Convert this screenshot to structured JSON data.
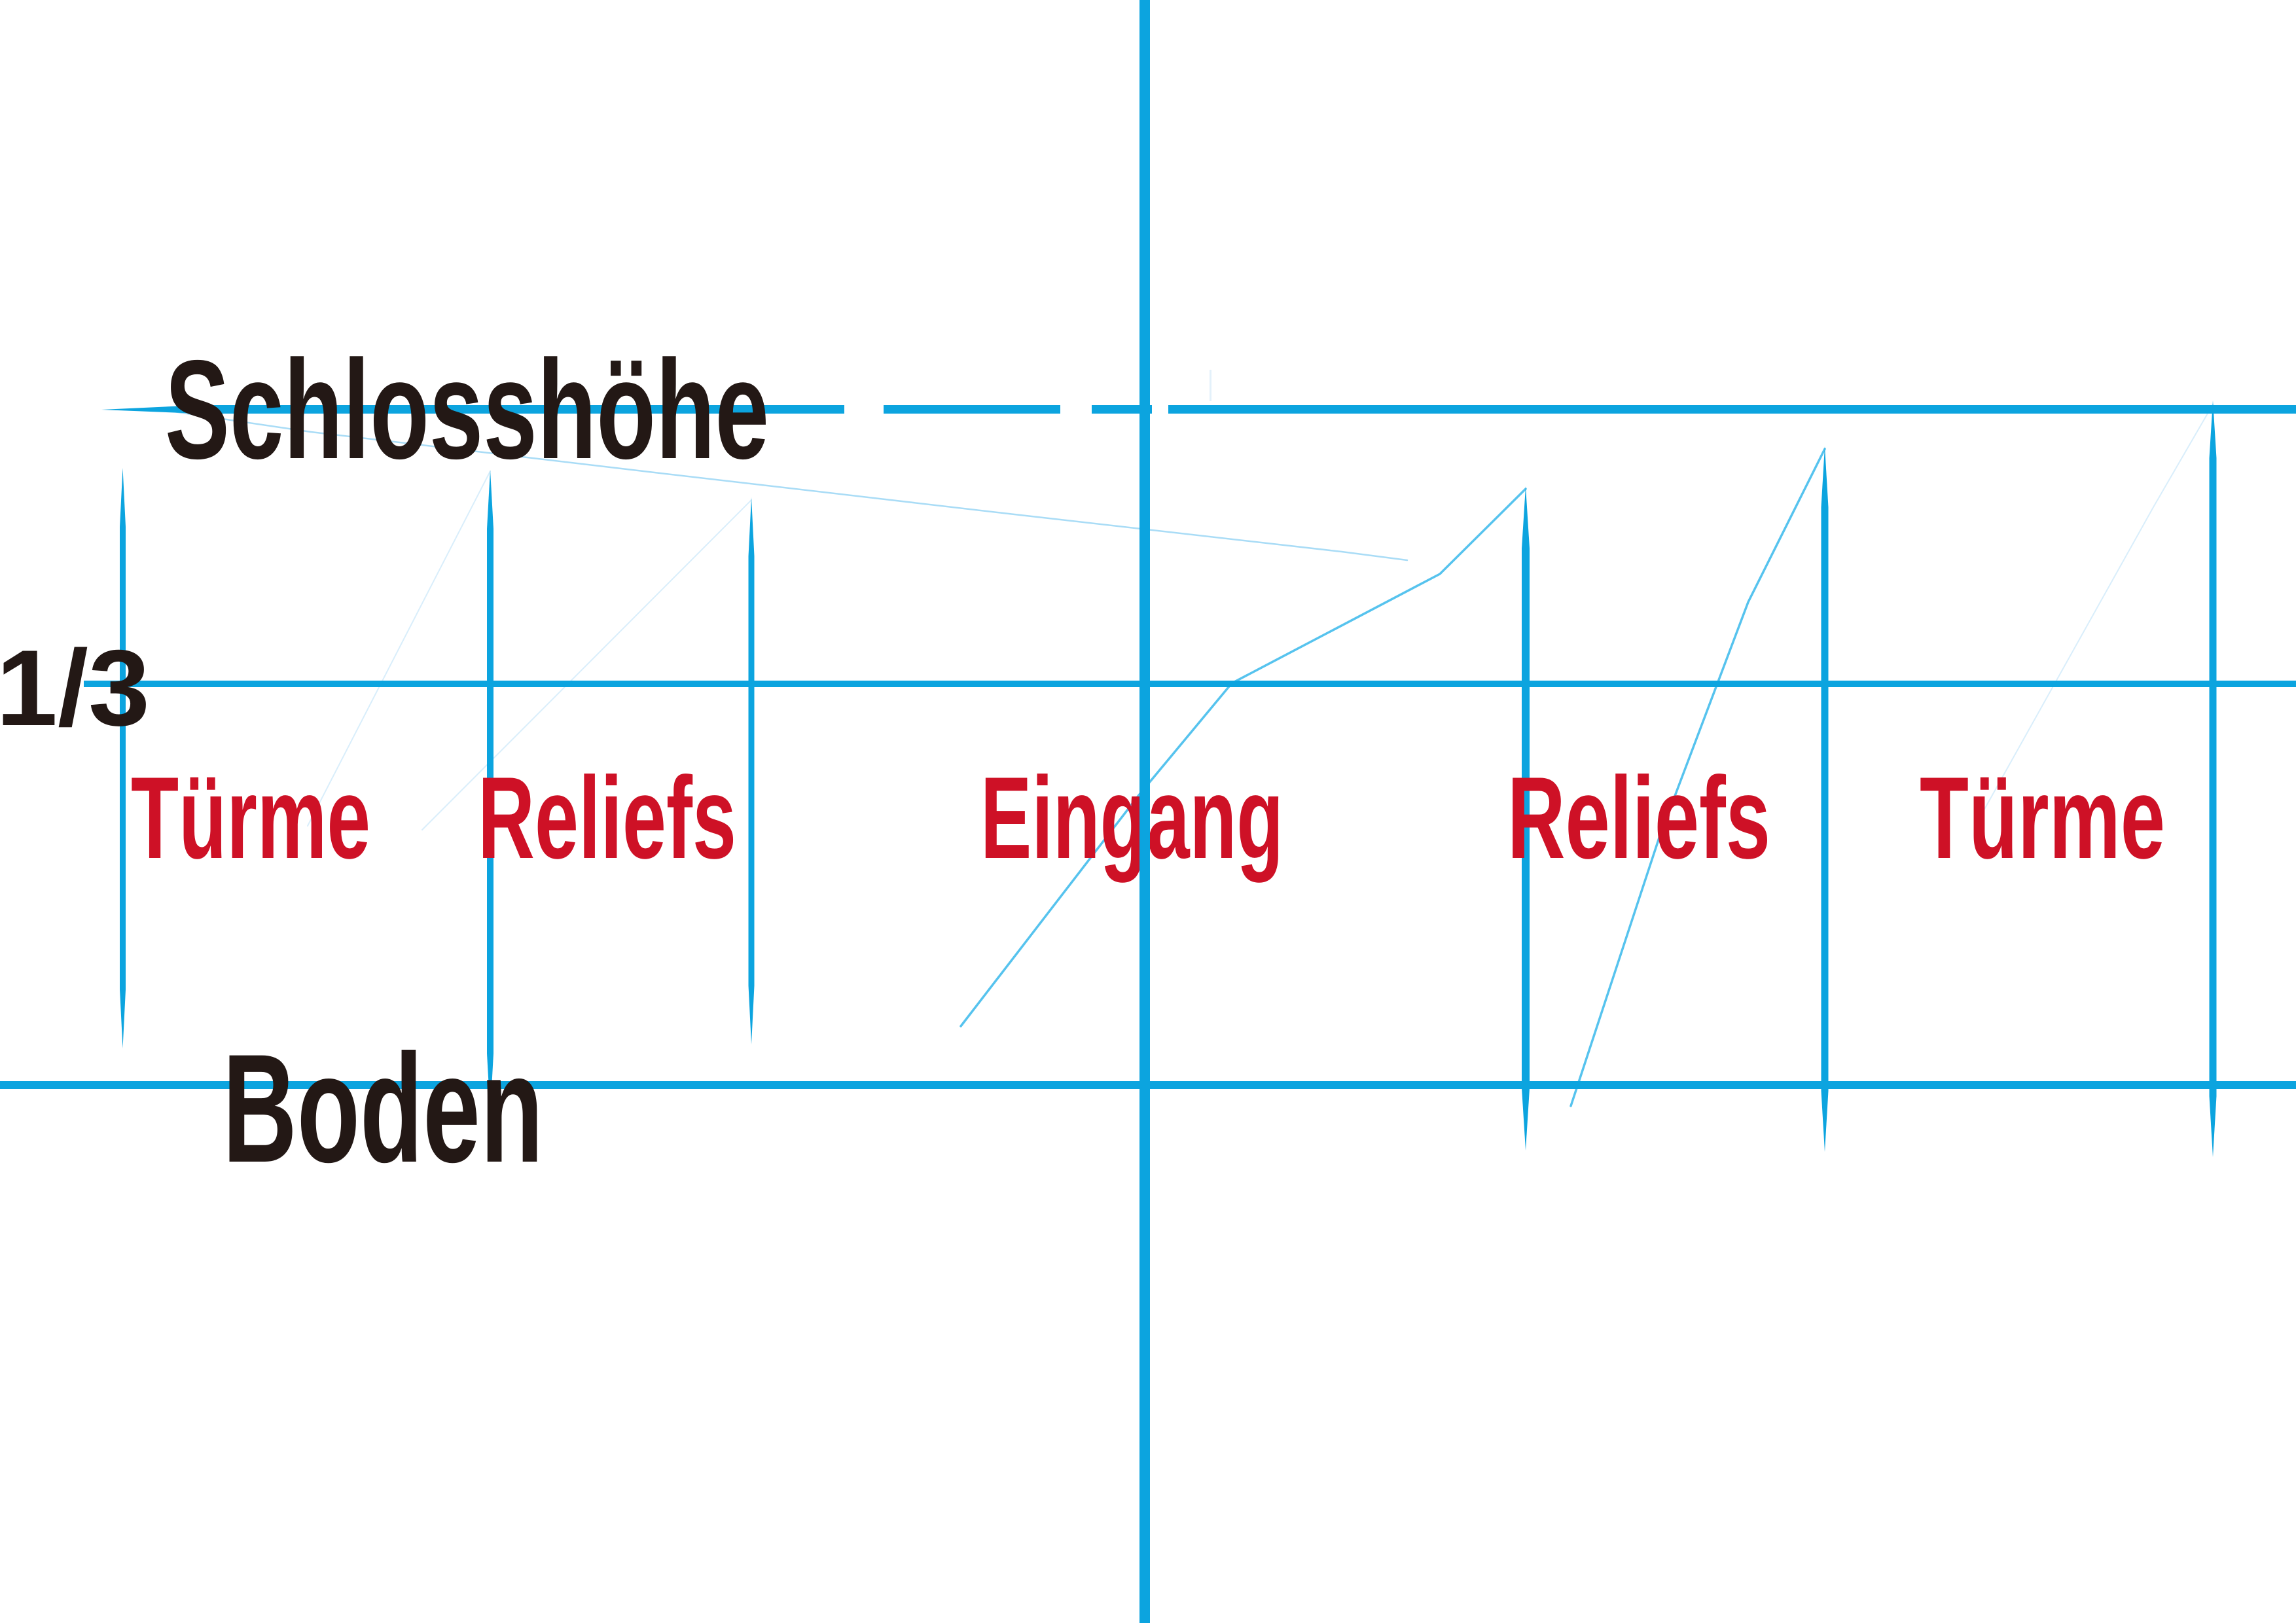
{
  "title": "Schloss facade proportion sketch",
  "labels": {
    "schlosshoehe": "Schlosshöhe",
    "one_third": "1/3",
    "boden": "Boden",
    "tuerme_left": "Türme",
    "reliefs_left": "Reliefs",
    "eingang": "Eingang",
    "reliefs_right": "Reliefs",
    "tuerme_right": "Türme"
  },
  "colors": {
    "background": "#ffffff",
    "line_blue": "#0ca4df",
    "sketch_blue": "#56c3ee",
    "soft_blue": "#a9dcf6",
    "faint_blue": "#d9eefb",
    "text_black": "#231815",
    "label_red": "#ce1126"
  }
}
